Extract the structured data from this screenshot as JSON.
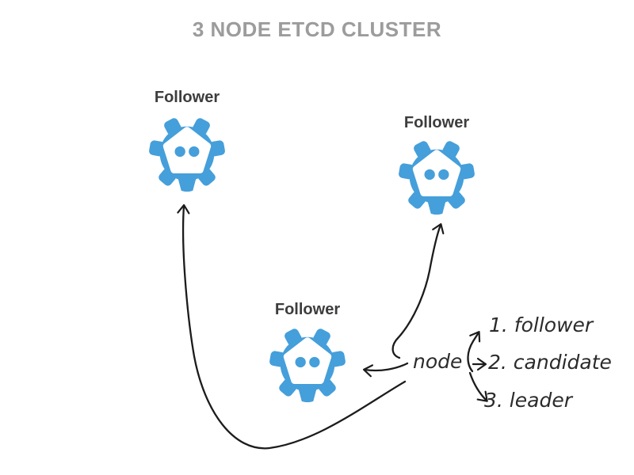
{
  "title": "3 NODE ETCD CLUSTER",
  "colors": {
    "background": "#ffffff",
    "accent": "#459fda",
    "arrow": "#1c1c1c",
    "title": "#9c9c9c",
    "node_label": "#3d3d3d",
    "handwriting": "#2b2b2b"
  },
  "icons": {
    "node_icon": "etcd-gear-icon"
  },
  "nodes": [
    {
      "label": "Follower",
      "position": "top-left"
    },
    {
      "label": "Follower",
      "position": "top-right"
    },
    {
      "label": "Follower",
      "position": "bottom-middle"
    }
  ],
  "annotation": {
    "source_label": "node",
    "states": [
      {
        "label": "1.  follower"
      },
      {
        "label": "2.  candidate"
      },
      {
        "label": "3.  leader"
      }
    ]
  }
}
